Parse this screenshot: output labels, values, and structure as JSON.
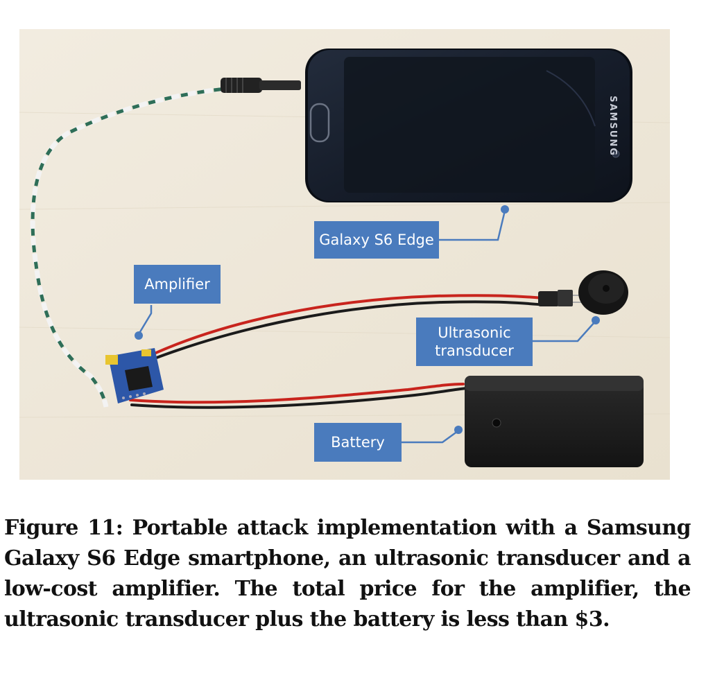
{
  "figure": {
    "labels": {
      "galaxy": "Galaxy S6 Edge",
      "amplifier": "Amplifier",
      "ultrasonic": "Ultrasonic\ntransducer",
      "battery": "Battery"
    },
    "phone_brand": "SAMSUNG"
  },
  "caption": {
    "text": "Figure 11: Portable attack implementation with a Samsung Galaxy S6 Edge smartphone, an ultrasonic transducer and a low-cost amplifier. The total price for the amplifier, the ultrasonic transducer plus the battery is less than $3."
  },
  "colors": {
    "label_bg": "#4a7bbd",
    "table": "#efe8d9",
    "phone": "#1a2230",
    "battery": "#1c1c1c",
    "board": "#2d57a8",
    "wire_red": "#c8241d",
    "wire_black": "#1b1b1b",
    "wire_green": "#2e6e58"
  }
}
